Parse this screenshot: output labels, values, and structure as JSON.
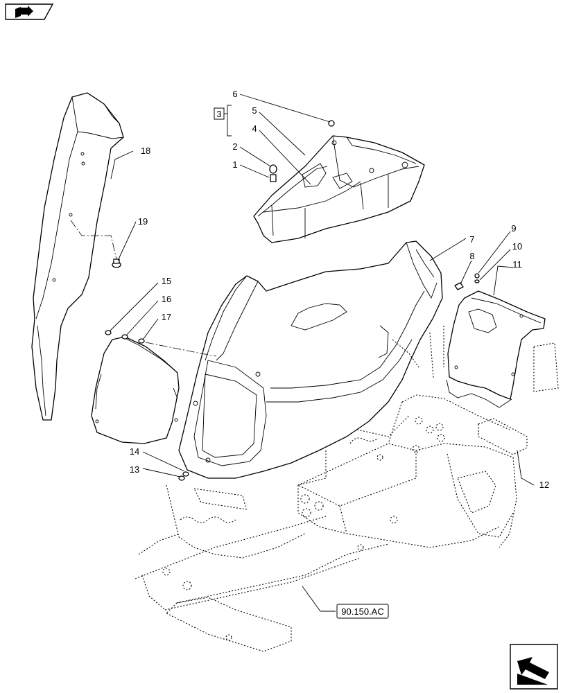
{
  "diagram": {
    "top_icon": "book-arrow-icon",
    "bottom_icon": "navigation-arrow-icon",
    "kit_box_label": "3",
    "reference_label": "90.150.AC",
    "callouts": [
      {
        "id": "c1",
        "label": "1"
      },
      {
        "id": "c2",
        "label": "2"
      },
      {
        "id": "c4",
        "label": "4"
      },
      {
        "id": "c5",
        "label": "5"
      },
      {
        "id": "c6",
        "label": "6"
      },
      {
        "id": "c7",
        "label": "7"
      },
      {
        "id": "c8",
        "label": "8"
      },
      {
        "id": "c9",
        "label": "9"
      },
      {
        "id": "c10",
        "label": "10"
      },
      {
        "id": "c11",
        "label": "11"
      },
      {
        "id": "c12",
        "label": "12"
      },
      {
        "id": "c13",
        "label": "13"
      },
      {
        "id": "c14",
        "label": "14"
      },
      {
        "id": "c15",
        "label": "15"
      },
      {
        "id": "c16",
        "label": "16"
      },
      {
        "id": "c17",
        "label": "17"
      },
      {
        "id": "c18",
        "label": "18"
      },
      {
        "id": "c19",
        "label": "19"
      }
    ]
  }
}
